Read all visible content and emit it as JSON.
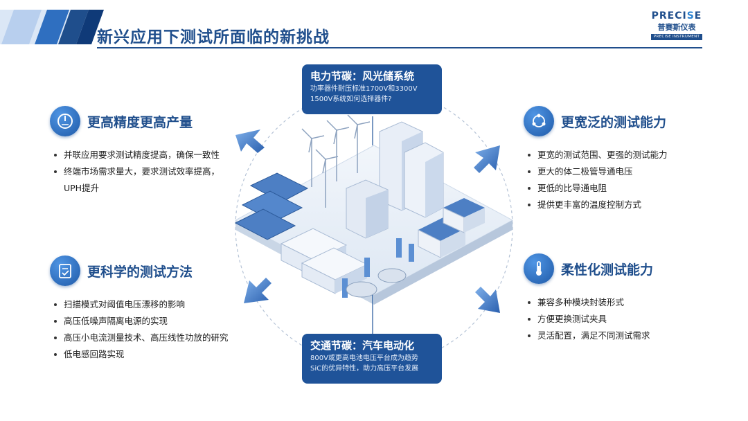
{
  "header": {
    "title": "新兴应用下测试所面临的新挑战",
    "logo_top_a": "PRECI",
    "logo_top_b": "S",
    "logo_top_c": "E",
    "logo_cn": "普赛斯仪表",
    "logo_en": "PRECISE INSTRUMENT"
  },
  "top_box": {
    "title": "电力节碳：风光储系统",
    "lines": [
      "功率器件耐压标准1700V和3300V",
      "1500V系统如何选择器件?"
    ]
  },
  "bottom_box": {
    "title": "交通节碳：汽车电动化",
    "lines": [
      "800V或更高电池电压平台成为趋势",
      "SiC的优异特性，助力高压平台发展"
    ]
  },
  "sections": {
    "top_left": {
      "icon": "gauge-icon",
      "title": "更高精度更高产量",
      "items": [
        "并联应用要求测试精度提高，确保一致性",
        "终端市场需求量大，要求测试效率提高，UPH提升"
      ]
    },
    "bottom_left": {
      "icon": "checklist-icon",
      "title": "更科学的测试方法",
      "items": [
        "扫描模式对阈值电压漂移的影响",
        "高压低噪声隔离电源的实现",
        "高压小电流测量技术、高压线性功放的研究",
        "低电感回路实现"
      ]
    },
    "top_right": {
      "icon": "network-cycle-icon",
      "title": "更宽泛的测试能力",
      "items": [
        "更宽的测试范围、更强的测试能力",
        "更大的体二极管导通电压",
        "更低的比导通电阻",
        "提供更丰富的温度控制方式"
      ]
    },
    "bottom_right": {
      "icon": "thermometer-icon",
      "title": "柔性化测试能力",
      "items": [
        "兼容多种模块封装形式",
        "方便更换测试夹具",
        "灵活配置，满足不同测试需求"
      ]
    }
  },
  "colors": {
    "primary": "#1f5399",
    "title": "#1f4e8c",
    "accent": "#2a83d4"
  }
}
